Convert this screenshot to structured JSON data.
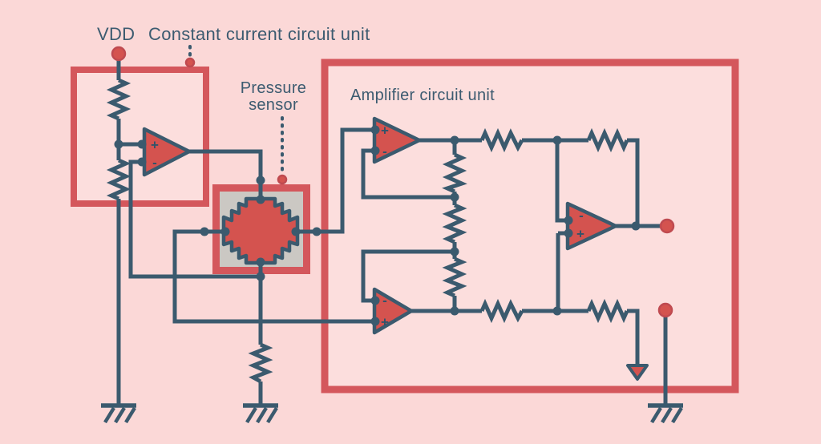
{
  "labels": {
    "vdd": "VDD",
    "constant_current_unit": "Constant current circuit unit",
    "pressure_sensor": "Pressure sensor",
    "amplifier_unit": "Amplifier circuit unit"
  },
  "symbols": {
    "plus": "+",
    "minus": "-"
  },
  "colors": {
    "background": "#fbd8d7",
    "unit_box_border": "#d4575c",
    "unit_box_fill": "#fcdedd",
    "wire": "#3b5a6e",
    "component_red": "#d4534f",
    "sensor_die_gray": "#cbc8c3",
    "text": "#3c5b70"
  },
  "circuit": {
    "power_terminal_label": "VDD",
    "units": [
      {
        "name": "constant-current-circuit-unit",
        "op_amps": 1,
        "resistors": 2
      },
      {
        "name": "pressure-sensor",
        "type": "stepped-cross sensor die",
        "terminals": 4
      },
      {
        "name": "amplifier-circuit-unit",
        "op_amps": 3,
        "resistors": 7
      }
    ],
    "op_amp_inputs": [
      {
        "op_amp": "constant-current-op-amp",
        "top": "+",
        "bottom": "-"
      },
      {
        "op_amp": "upper-input-op-amp",
        "top": "+",
        "bottom": "-"
      },
      {
        "op_amp": "lower-input-op-amp",
        "top": "-",
        "bottom": "+"
      },
      {
        "op_amp": "difference-op-amp",
        "top": "-",
        "bottom": "+"
      }
    ],
    "ground_symbols": 3,
    "reference_arrow": 1,
    "red_terminals": 3,
    "extra_resistors_outside_units": 1
  }
}
